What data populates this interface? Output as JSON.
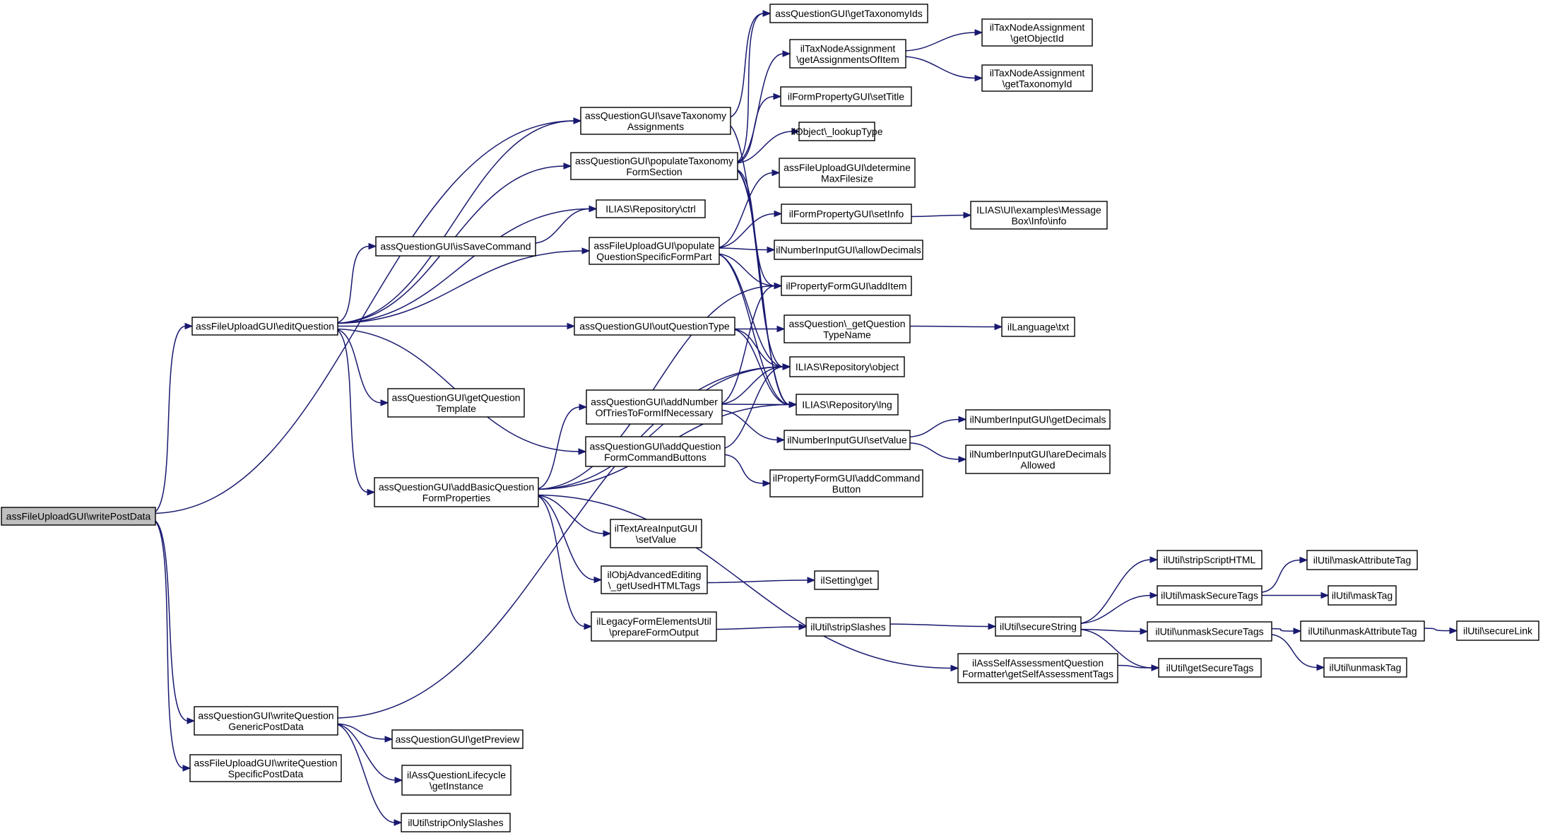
{
  "colors": {
    "edge": "#191970",
    "node_border": "#000000",
    "node_fill": "#ffffff",
    "root_fill": "#bfbfbf",
    "background": "#ffffff"
  },
  "nodes": {
    "writePostData": [
      "assFileUploadGUI\\writePostData"
    ],
    "editQuestion": [
      "assFileUploadGUI\\editQuestion"
    ],
    "saveTaxonomy": [
      "assQuestionGUI\\saveTaxonomy",
      "Assignments"
    ],
    "populateTaxonomy": [
      "assQuestionGUI\\populateTaxonomy",
      "FormSection"
    ],
    "ctrl": [
      "ILIAS\\Repository\\ctrl"
    ],
    "isSaveCommand": [
      "assQuestionGUI\\isSaveCommand"
    ],
    "populateQSFP": [
      "assFileUploadGUI\\populate",
      "QuestionSpecificFormPart"
    ],
    "outQuestionType": [
      "assQuestionGUI\\outQuestionType"
    ],
    "getQuestionTemplate": [
      "assQuestionGUI\\getQuestion",
      "Template"
    ],
    "addNumberOfTries": [
      "assQuestionGUI\\addNumber",
      "OfTriesToFormIfNecessary"
    ],
    "addQFCB": [
      "assQuestionGUI\\addQuestion",
      "FormCommandButtons"
    ],
    "addBasicQFP": [
      "assQuestionGUI\\addBasicQuestion",
      "FormProperties"
    ],
    "textAreaSetValue": [
      "ilTextAreaInputGUI",
      "\\setValue"
    ],
    "getUsedHTMLTags": [
      "ilObjAdvancedEditing",
      "\\_getUsedHTMLTags"
    ],
    "prepareFormOutput": [
      "ilLegacyFormElementsUtil",
      "\\prepareFormOutput"
    ],
    "writeQGPD": [
      "assQuestionGUI\\writeQuestion",
      "GenericPostData"
    ],
    "writeQSPD": [
      "assFileUploadGUI\\writeQuestion",
      "SpecificPostData"
    ],
    "getPreview": [
      "assQuestionGUI\\getPreview"
    ],
    "lifecycleGetInstance": [
      "ilAssQuestionLifecycle",
      "\\getInstance"
    ],
    "stripOnlySlashes": [
      "ilUtil\\stripOnlySlashes"
    ],
    "getTaxonomyIds": [
      "assQuestionGUI\\getTaxonomyIds"
    ],
    "getAssignmentsOfItem": [
      "ilTaxNodeAssignment",
      "\\getAssignmentsOfItem"
    ],
    "setTitle": [
      "ilFormPropertyGUI\\setTitle"
    ],
    "lookupType": [
      "ilObject\\_lookupType"
    ],
    "determineMaxFilesize": [
      "assFileUploadGUI\\determine",
      "MaxFilesize"
    ],
    "setInfo": [
      "ilFormPropertyGUI\\setInfo"
    ],
    "allowDecimals": [
      "ilNumberInputGUI\\allowDecimals"
    ],
    "addItem": [
      "ilPropertyFormGUI\\addItem"
    ],
    "getQuestionTypeName": [
      "assQuestion\\_getQuestion",
      "TypeName"
    ],
    "object": [
      "ILIAS\\Repository\\object"
    ],
    "lng": [
      "ILIAS\\Repository\\lng"
    ],
    "numberSetValue": [
      "ilNumberInputGUI\\setValue"
    ],
    "addCommandButton": [
      "ilPropertyFormGUI\\addCommand",
      "Button"
    ],
    "settingGet": [
      "ilSetting\\get"
    ],
    "stripSlashes": [
      "ilUtil\\stripSlashes"
    ],
    "getSelfAssessmentTags": [
      "ilAssSelfAssessmentQuestion",
      "Formatter\\getSelfAssessmentTags"
    ],
    "getObjectId": [
      "ilTaxNodeAssignment",
      "\\getObjectId"
    ],
    "getTaxonomyId": [
      "ilTaxNodeAssignment",
      "\\getTaxonomyId"
    ],
    "messageBoxInfo": [
      "ILIAS\\UI\\examples\\Message",
      "Box\\Info\\info"
    ],
    "languageTxt": [
      "ilLanguage\\txt"
    ],
    "getDecimals": [
      "ilNumberInputGUI\\getDecimals"
    ],
    "areDecimalsAllowed": [
      "ilNumberInputGUI\\areDecimals",
      "Allowed"
    ],
    "secureString": [
      "ilUtil\\secureString"
    ],
    "stripScriptHTML": [
      "ilUtil\\stripScriptHTML"
    ],
    "maskSecureTags": [
      "ilUtil\\maskSecureTags"
    ],
    "unmaskSecureTags": [
      "ilUtil\\unmaskSecureTags"
    ],
    "getSecureTags": [
      "ilUtil\\getSecureTags"
    ],
    "maskAttributeTag": [
      "ilUtil\\maskAttributeTag"
    ],
    "maskTag": [
      "ilUtil\\maskTag"
    ],
    "unmaskAttributeTag": [
      "ilUtil\\unmaskAttributeTag"
    ],
    "unmaskTag": [
      "ilUtil\\unmaskTag"
    ],
    "secureLink": [
      "ilUtil\\secureLink"
    ]
  },
  "edges": [
    [
      "writePostData",
      "editQuestion"
    ],
    [
      "writePostData",
      "saveTaxonomy"
    ],
    [
      "writePostData",
      "writeQGPD"
    ],
    [
      "writePostData",
      "writeQSPD"
    ],
    [
      "editQuestion",
      "saveTaxonomy"
    ],
    [
      "editQuestion",
      "populateTaxonomy"
    ],
    [
      "editQuestion",
      "ctrl"
    ],
    [
      "editQuestion",
      "isSaveCommand"
    ],
    [
      "editQuestion",
      "populateQSFP"
    ],
    [
      "editQuestion",
      "outQuestionType"
    ],
    [
      "editQuestion",
      "getQuestionTemplate"
    ],
    [
      "editQuestion",
      "addQFCB"
    ],
    [
      "editQuestion",
      "addBasicQFP"
    ],
    [
      "isSaveCommand",
      "ctrl"
    ],
    [
      "saveTaxonomy",
      "getTaxonomyIds"
    ],
    [
      "saveTaxonomy",
      "lng"
    ],
    [
      "populateTaxonomy",
      "getTaxonomyIds"
    ],
    [
      "populateTaxonomy",
      "getAssignmentsOfItem"
    ],
    [
      "populateTaxonomy",
      "setTitle"
    ],
    [
      "populateTaxonomy",
      "lookupType"
    ],
    [
      "populateTaxonomy",
      "addItem"
    ],
    [
      "populateTaxonomy",
      "object"
    ],
    [
      "populateTaxonomy",
      "lng"
    ],
    [
      "getAssignmentsOfItem",
      "getObjectId"
    ],
    [
      "getAssignmentsOfItem",
      "getTaxonomyId"
    ],
    [
      "populateQSFP",
      "determineMaxFilesize"
    ],
    [
      "populateQSFP",
      "setInfo"
    ],
    [
      "populateQSFP",
      "allowDecimals"
    ],
    [
      "populateQSFP",
      "addItem"
    ],
    [
      "populateQSFP",
      "object"
    ],
    [
      "populateQSFP",
      "lng"
    ],
    [
      "setInfo",
      "messageBoxInfo"
    ],
    [
      "outQuestionType",
      "getQuestionTypeName"
    ],
    [
      "outQuestionType",
      "object"
    ],
    [
      "outQuestionType",
      "lng"
    ],
    [
      "getQuestionTypeName",
      "languageTxt"
    ],
    [
      "addNumberOfTries",
      "addItem"
    ],
    [
      "addNumberOfTries",
      "object"
    ],
    [
      "addNumberOfTries",
      "lng"
    ],
    [
      "addNumberOfTries",
      "numberSetValue"
    ],
    [
      "numberSetValue",
      "getDecimals"
    ],
    [
      "numberSetValue",
      "areDecimalsAllowed"
    ],
    [
      "addQFCB",
      "object"
    ],
    [
      "addQFCB",
      "addCommandButton"
    ],
    [
      "addBasicQFP",
      "addItem"
    ],
    [
      "addBasicQFP",
      "object"
    ],
    [
      "addBasicQFP",
      "lng"
    ],
    [
      "addBasicQFP",
      "addNumberOfTries"
    ],
    [
      "addBasicQFP",
      "textAreaSetValue"
    ],
    [
      "addBasicQFP",
      "getUsedHTMLTags"
    ],
    [
      "addBasicQFP",
      "prepareFormOutput"
    ],
    [
      "addBasicQFP",
      "getSelfAssessmentTags"
    ],
    [
      "getUsedHTMLTags",
      "settingGet"
    ],
    [
      "prepareFormOutput",
      "stripSlashes"
    ],
    [
      "stripSlashes",
      "secureString"
    ],
    [
      "secureString",
      "stripScriptHTML"
    ],
    [
      "secureString",
      "maskSecureTags"
    ],
    [
      "secureString",
      "unmaskSecureTags"
    ],
    [
      "secureString",
      "getSecureTags"
    ],
    [
      "maskSecureTags",
      "maskAttributeTag"
    ],
    [
      "maskSecureTags",
      "maskTag"
    ],
    [
      "unmaskSecureTags",
      "unmaskAttributeTag"
    ],
    [
      "unmaskSecureTags",
      "unmaskTag"
    ],
    [
      "unmaskAttributeTag",
      "secureLink"
    ],
    [
      "getSelfAssessmentTags",
      "getSecureTags"
    ],
    [
      "writeQGPD",
      "object"
    ],
    [
      "writeQGPD",
      "getPreview"
    ],
    [
      "writeQGPD",
      "lifecycleGetInstance"
    ],
    [
      "writeQGPD",
      "stripOnlySlashes"
    ]
  ]
}
